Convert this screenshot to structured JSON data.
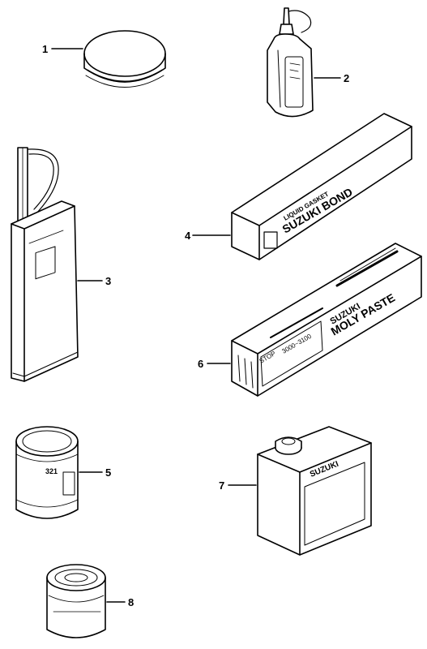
{
  "callouts": {
    "c1": "1",
    "c2": "2",
    "c3": "3",
    "c4": "4",
    "c5": "5",
    "c6": "6",
    "c7": "7",
    "c8": "8"
  },
  "labels": {
    "bond_top": "LIQUID GASKET",
    "bond_name": "SUZUKI BOND",
    "paste_name_1": "SUZUKI",
    "paste_name_2": "MOLY PASTE",
    "paste_stop": "STOP",
    "paste_range": "3000~3100",
    "tin5_code": "321",
    "can7_brand": "SUZUKI"
  },
  "colors": {
    "ink": "#000000",
    "paper": "#ffffff"
  }
}
